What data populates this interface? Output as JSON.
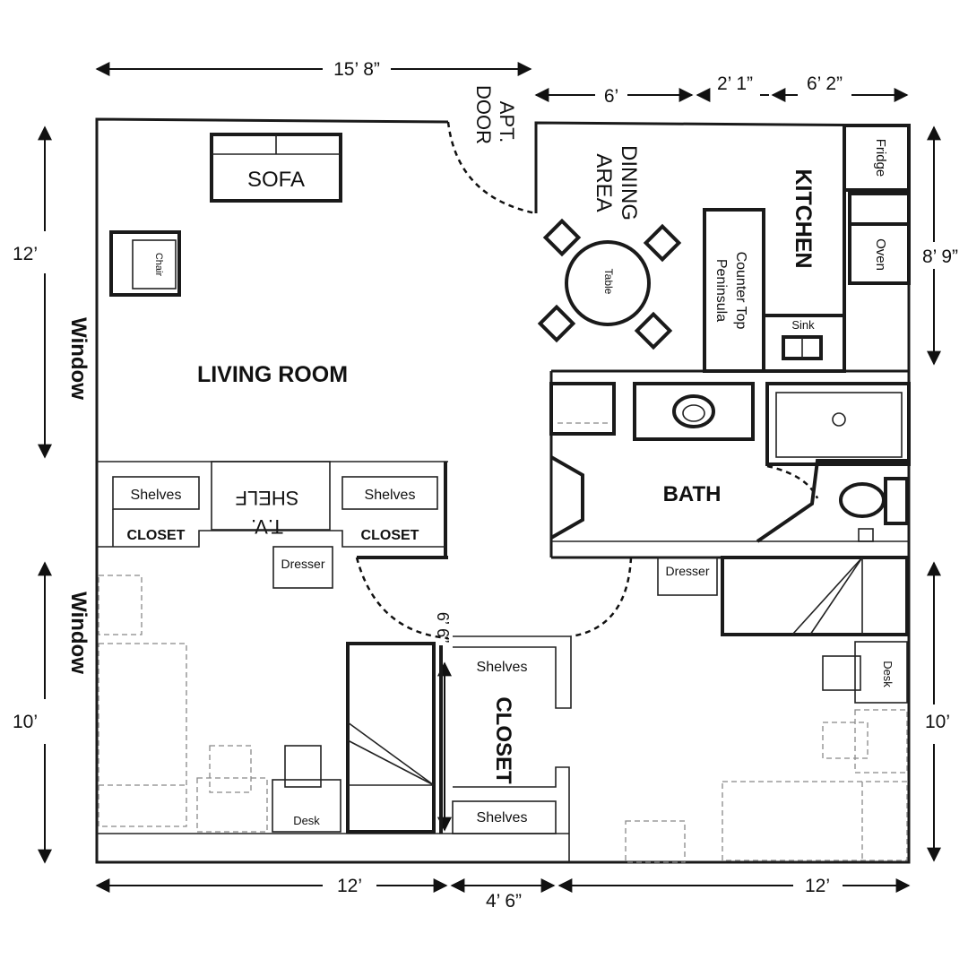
{
  "dimensions": {
    "top_width": "15’ 8”",
    "top_6": "6’",
    "top_2_1": "2’ 1”",
    "top_6_2": "6’ 2”",
    "left_12": "12’",
    "left_10": "10’",
    "right_8_9": "8’ 9”",
    "right_10": "10’",
    "bottom_12_left": "12’",
    "bottom_4_6": "4’ 6”",
    "bottom_12_right": "12’",
    "closet_6_6": "6’ 6”"
  },
  "rooms": {
    "living_room": "LIVING ROOM",
    "dining_area_line1": "DINING",
    "dining_area_line2": "AREA",
    "kitchen": "KITCHEN",
    "bath": "BATH",
    "apt_door_line1": "APT.",
    "apt_door_line2": "DOOR"
  },
  "windows": {
    "upper": "Window",
    "lower": "Window"
  },
  "furniture": {
    "sofa": "SOFA",
    "chair": "Chair",
    "table": "Table",
    "fridge": "Fridge",
    "oven": "Oven",
    "sink": "Sink",
    "counter_line1": "Counter Top",
    "counter_line2": "Peninsula",
    "tv_line1": "T.V.",
    "tv_line2": "SHELF",
    "shelves_left": "Shelves",
    "shelves_right": "Shelves",
    "closet_left": "CLOSET",
    "closet_right": "CLOSET",
    "dresser_left": "Dresser",
    "dresser_right": "Dresser",
    "shelves_mid_top": "Shelves",
    "shelves_mid_bottom": "Shelves",
    "closet_mid": "CLOSET",
    "desk_left": "Desk",
    "desk_right": "Desk"
  }
}
